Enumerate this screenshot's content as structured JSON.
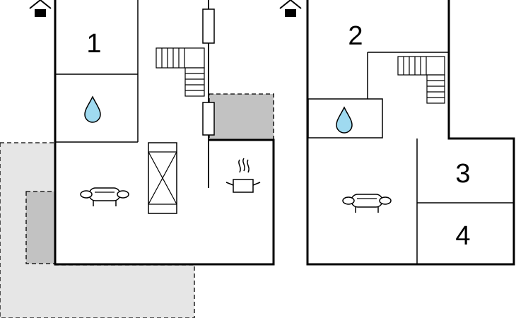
{
  "floors": [
    {
      "name": "ground-floor",
      "icon": "house-entrance-icon",
      "rooms": [
        {
          "id": "room-1",
          "label": "1",
          "type": "bedroom"
        },
        {
          "id": "bathroom",
          "icon": "water-drop-icon"
        },
        {
          "id": "living-room",
          "icons": [
            "sofa-icon",
            "fireplace-icon"
          ]
        },
        {
          "id": "kitchen",
          "icon": "cooking-pot-icon"
        }
      ],
      "outdoor": [
        "terrace",
        "terrace-covered"
      ]
    },
    {
      "name": "upper-floor",
      "icon": "house-entrance-icon",
      "rooms": [
        {
          "id": "room-2",
          "label": "2",
          "type": "bedroom"
        },
        {
          "id": "bathroom",
          "icon": "water-drop-icon"
        },
        {
          "id": "living-room",
          "icon": "sofa-icon"
        },
        {
          "id": "room-3",
          "label": "3",
          "type": "bedroom"
        },
        {
          "id": "room-4",
          "label": "4",
          "type": "bedroom"
        }
      ]
    }
  ],
  "colors": {
    "wall": "#000000",
    "terrace": "#e6e6e6",
    "covered": "#c2c2c2",
    "water": "#9fdaf0"
  }
}
